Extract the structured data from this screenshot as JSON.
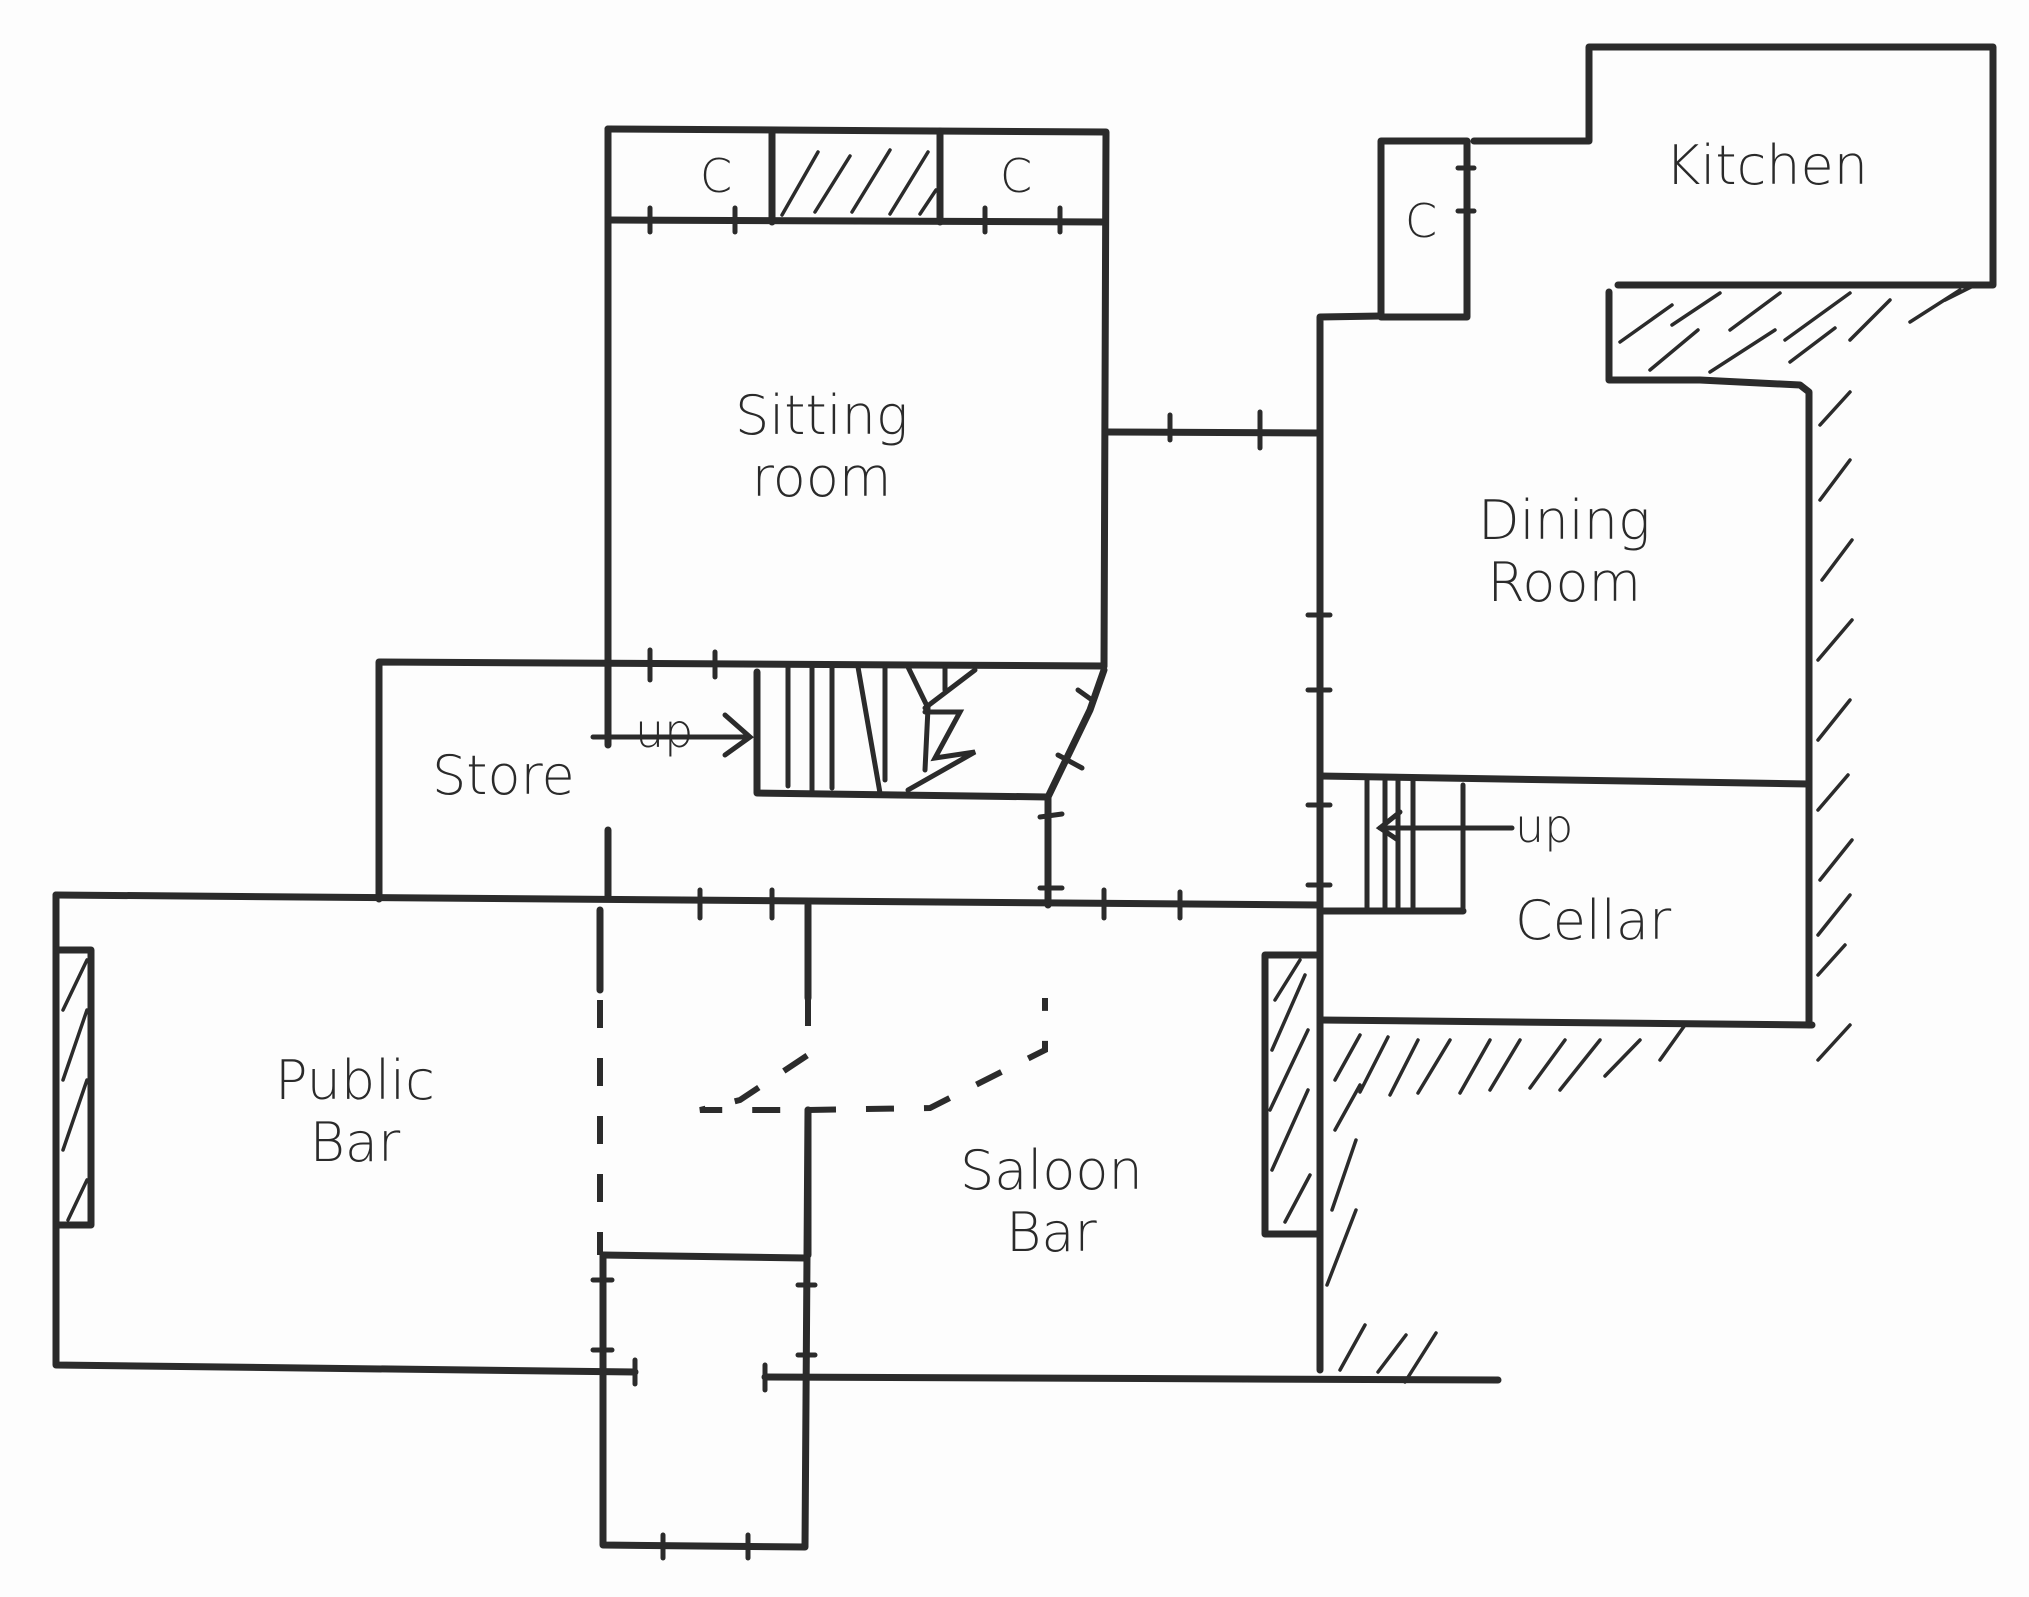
{
  "diagram": {
    "type": "floor-plan",
    "style": "hand-drawn sketch",
    "colors": {
      "ink": "#2b2b2b",
      "paper": "#fdfdfd"
    },
    "rooms": [
      {
        "id": "sitting-room",
        "line1": "Sitting",
        "line2": "room"
      },
      {
        "id": "store",
        "line1": "Store"
      },
      {
        "id": "public-bar",
        "line1": "Public",
        "line2": "Bar"
      },
      {
        "id": "saloon-bar",
        "line1": "Saloon",
        "line2": "Bar"
      },
      {
        "id": "kitchen",
        "line1": "Kitchen"
      },
      {
        "id": "dining-room",
        "line1": "Dining",
        "line2": "Room"
      },
      {
        "id": "cellar",
        "line1": "Cellar"
      }
    ],
    "closets": [
      {
        "id": "closet-1",
        "label": "C"
      },
      {
        "id": "closet-2",
        "label": "C"
      },
      {
        "id": "closet-3",
        "label": "C"
      }
    ],
    "stair_labels": [
      {
        "id": "main-stairs",
        "label": "up"
      },
      {
        "id": "cellar-stairs",
        "label": "up"
      }
    ]
  }
}
